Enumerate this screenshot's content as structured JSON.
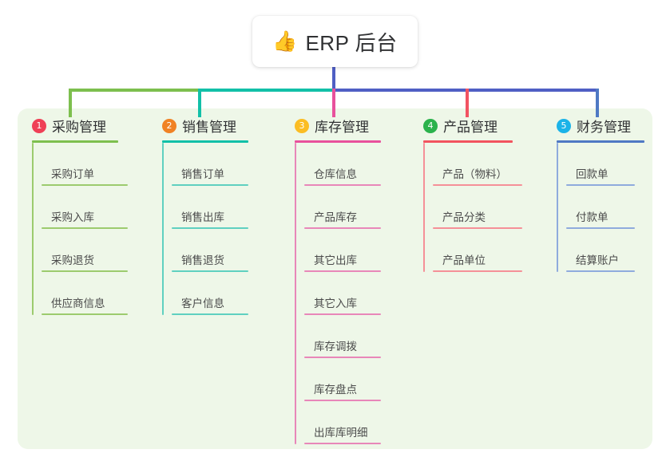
{
  "root": {
    "icon": "thumbs-up-icon",
    "icon_glyph": "👍",
    "title": "ERP 后台"
  },
  "palette": {
    "panel_bg": "#eef7e8",
    "page_bg": "#ffffff",
    "trunk": "#4f5fc4"
  },
  "columns": [
    {
      "index": "1",
      "title": "采购管理",
      "badge_color": "#ef4056",
      "line_color": "#7dbf4e",
      "leaf_color": "#9ccb6e",
      "rule_width": 108,
      "items": [
        "采购订单",
        "采购入库",
        "采购退货",
        "供应商信息"
      ]
    },
    {
      "index": "2",
      "title": "销售管理",
      "badge_color": "#f08224",
      "line_color": "#12c0a8",
      "leaf_color": "#5fd0c0",
      "rule_width": 96,
      "items": [
        "销售订单",
        "销售出库",
        "销售退货",
        "客户信息"
      ]
    },
    {
      "index": "3",
      "title": "库存管理",
      "badge_color": "#fbbd23",
      "line_color": "#e8519c",
      "leaf_color": "#e887b9",
      "rule_width": 96,
      "items": [
        "仓库信息",
        "产品库存",
        "其它出库",
        "其它入库",
        "库存调拨",
        "库存盘点",
        "出库库明细"
      ]
    },
    {
      "index": "4",
      "title": "产品管理",
      "badge_color": "#2bb24c",
      "line_color": "#f2545f",
      "leaf_color": "#f59098",
      "rule_width": 112,
      "items": [
        "产品（物料）",
        "产品分类",
        "产品单位"
      ]
    },
    {
      "index": "5",
      "title": "财务管理",
      "badge_color": "#1bb3e8",
      "line_color": "#4f79c4",
      "leaf_color": "#8fabdd",
      "rule_width": 86,
      "items": [
        "回款单",
        "付款单",
        "结算账户"
      ]
    }
  ]
}
